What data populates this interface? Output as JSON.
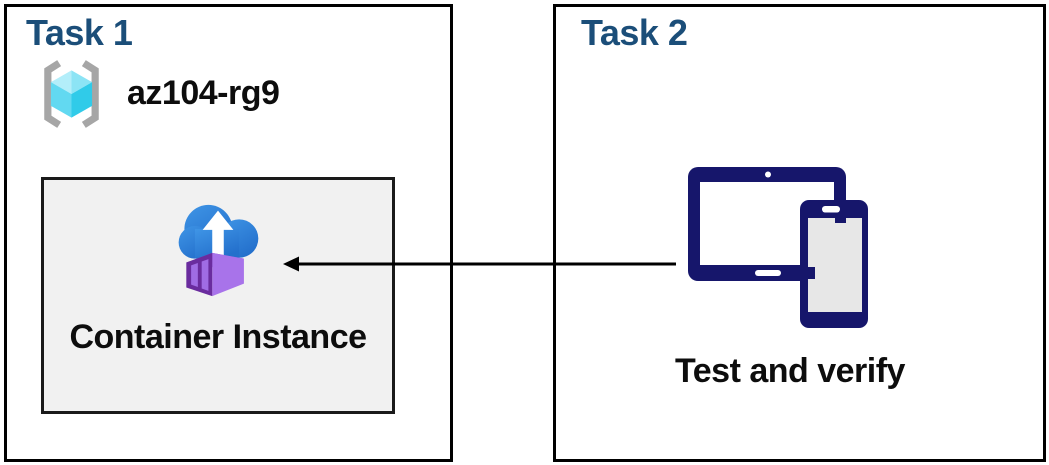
{
  "diagram": {
    "task1": {
      "title": "Task 1",
      "resource_group": {
        "icon": "resource-group-icon",
        "name": "az104-rg9"
      },
      "container_box": {
        "icon": "container-instance-icon",
        "label": "Container Instance"
      }
    },
    "task2": {
      "title": "Task 2",
      "icon": "devices-icon",
      "label": "Test and verify"
    },
    "arrow": {
      "from": "task2-devices",
      "to": "container-instance",
      "direction": "right-to-left"
    },
    "colors": {
      "title_blue": "#1b4e79",
      "text_black": "#0d0d0d",
      "box_border": "#000000",
      "inner_box_fill": "#f1f1f1",
      "device_navy": "#16166b",
      "phone_screen_gray": "#e7e7e7",
      "cloud_blue_top": "#3f95e6",
      "cloud_blue_bottom": "#2470cc",
      "container_front_purple": "#6a2c9e",
      "container_panel_purple": "#a06ce4",
      "container_side_purple": "#a873ea",
      "container_top_purple": "#8a50cc",
      "cube_top_left": "#b3eefa",
      "cube_top_right": "#8ce4f5",
      "cube_left": "#62d9f1",
      "cube_right": "#30cbe9",
      "bracket_gray": "#a6a6a6"
    }
  }
}
